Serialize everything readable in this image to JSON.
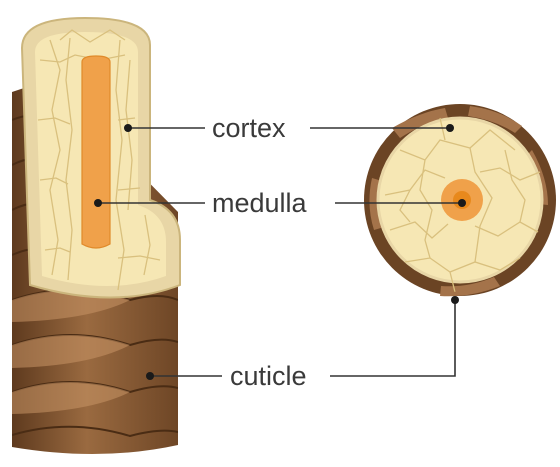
{
  "labels": {
    "cortex": "cortex",
    "medulla": "medulla",
    "cuticle": "cuticle"
  },
  "colors": {
    "cuticle_dark": "#6b4424",
    "cuticle_mid": "#8e5f38",
    "cuticle_light": "#b8865a",
    "cortex_fill": "#f6e7b4",
    "cortex_rim": "#e8d6a6",
    "cortex_lines": "#d9c07e",
    "medulla": "#f0a14a",
    "medulla_core": "#e8891c",
    "leader": "#333333",
    "dot": "#1a1a1a"
  }
}
